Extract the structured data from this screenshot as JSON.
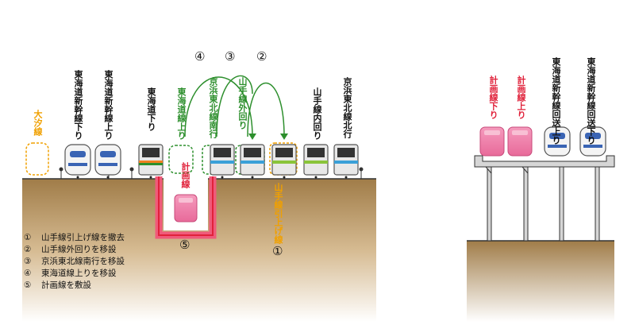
{
  "left_diagram": {
    "track_labels": [
      {
        "id": "daishio",
        "text": "大汐線",
        "color": "orange"
      },
      {
        "id": "tokaido_shinkansen_down",
        "text": "東海道新幹線下り",
        "color": "black"
      },
      {
        "id": "tokaido_shinkansen_up",
        "text": "東海道新幹線上り",
        "color": "black"
      },
      {
        "id": "tokaido_down",
        "text": "東海道下り",
        "color": "black"
      },
      {
        "id": "tokaido_up",
        "text": "東海道線上り",
        "color": "green"
      },
      {
        "id": "keihin_south",
        "text": "京浜東北線南行",
        "color": "green"
      },
      {
        "id": "yamanote_outer",
        "text": "山手線外回り",
        "color": "green"
      },
      {
        "id": "yamanote_inner",
        "text": "山手線内回り",
        "color": "black"
      },
      {
        "id": "keihin_north",
        "text": "京浜東北線北行",
        "color": "black"
      }
    ],
    "planned_line_label": "計画線",
    "yamanote_pullup_label": "山手線引上げ線",
    "arrow_numbers": [
      "④",
      "③",
      "②"
    ],
    "num_5": "⑤",
    "num_1": "①"
  },
  "legend": [
    {
      "num": "①",
      "text": "山手線引上げ線を撤去"
    },
    {
      "num": "②",
      "text": "山手線外回りを移設"
    },
    {
      "num": "③",
      "text": "京浜東北線南行を移設"
    },
    {
      "num": "④",
      "text": "東海道線上りを移設"
    },
    {
      "num": "⑤",
      "text": "計画線を敷設"
    }
  ],
  "right_diagram": {
    "track_labels": [
      {
        "id": "keikaku_down",
        "text": "計画線下り",
        "color": "red"
      },
      {
        "id": "keikaku_up",
        "text": "計画線上り",
        "color": "red"
      },
      {
        "id": "shinkansen_forward_up",
        "text": "東海道新幹線回送上り",
        "color": "black"
      },
      {
        "id": "shinkansen_forward_down",
        "text": "東海道新幹線回送下り",
        "color": "black"
      }
    ]
  },
  "colors": {
    "ground_brown": "#8a6a3a",
    "ground_light": "#c8a878",
    "green": "#2d8f2d",
    "orange": "#f0a000",
    "red": "#e0213a",
    "pink": "#f07aa8",
    "structure_gray": "#c8c8c8"
  }
}
